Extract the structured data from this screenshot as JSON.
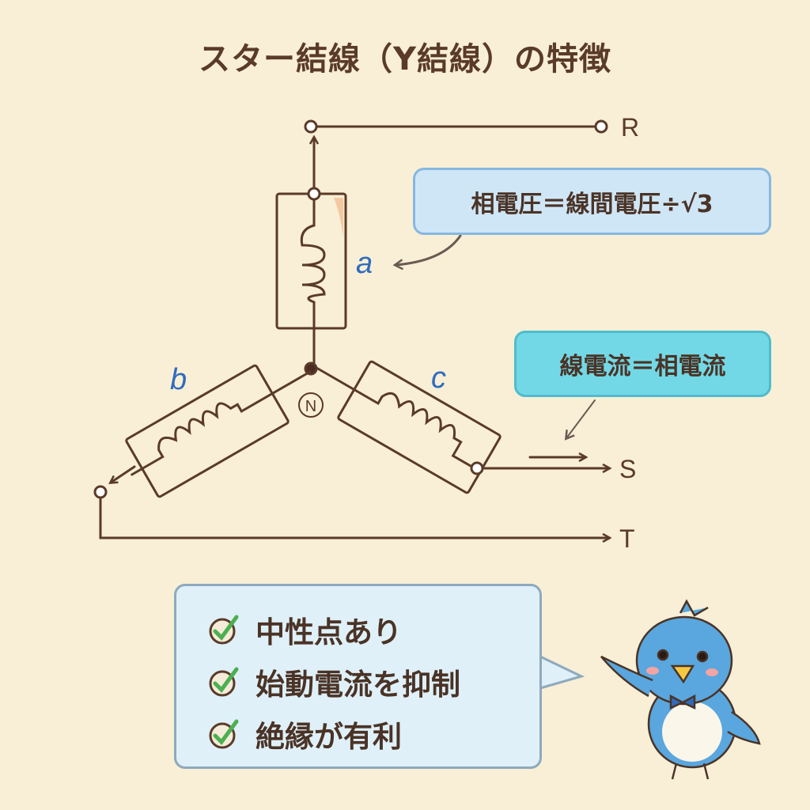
{
  "title": "スター結線（Y結線）の特徴",
  "diagram": {
    "terminals": {
      "r": "R",
      "s": "S",
      "t": "T"
    },
    "neutral": "N",
    "coils": {
      "a": "a",
      "b": "b",
      "c": "c"
    }
  },
  "callouts": {
    "phase_voltage": "相電圧＝線間電圧÷√3",
    "line_current": "線電流＝相電流"
  },
  "benefits": [
    {
      "label": "中性点あり",
      "icon": "check-icon"
    },
    {
      "label": "始動電流を抑制",
      "icon": "check-icon"
    },
    {
      "label": "絶縁が有利",
      "icon": "check-icon"
    }
  ],
  "colors": {
    "ink": "#5a3a28",
    "label_blue": "#2f6bbd",
    "check_green": "#4caf50"
  }
}
